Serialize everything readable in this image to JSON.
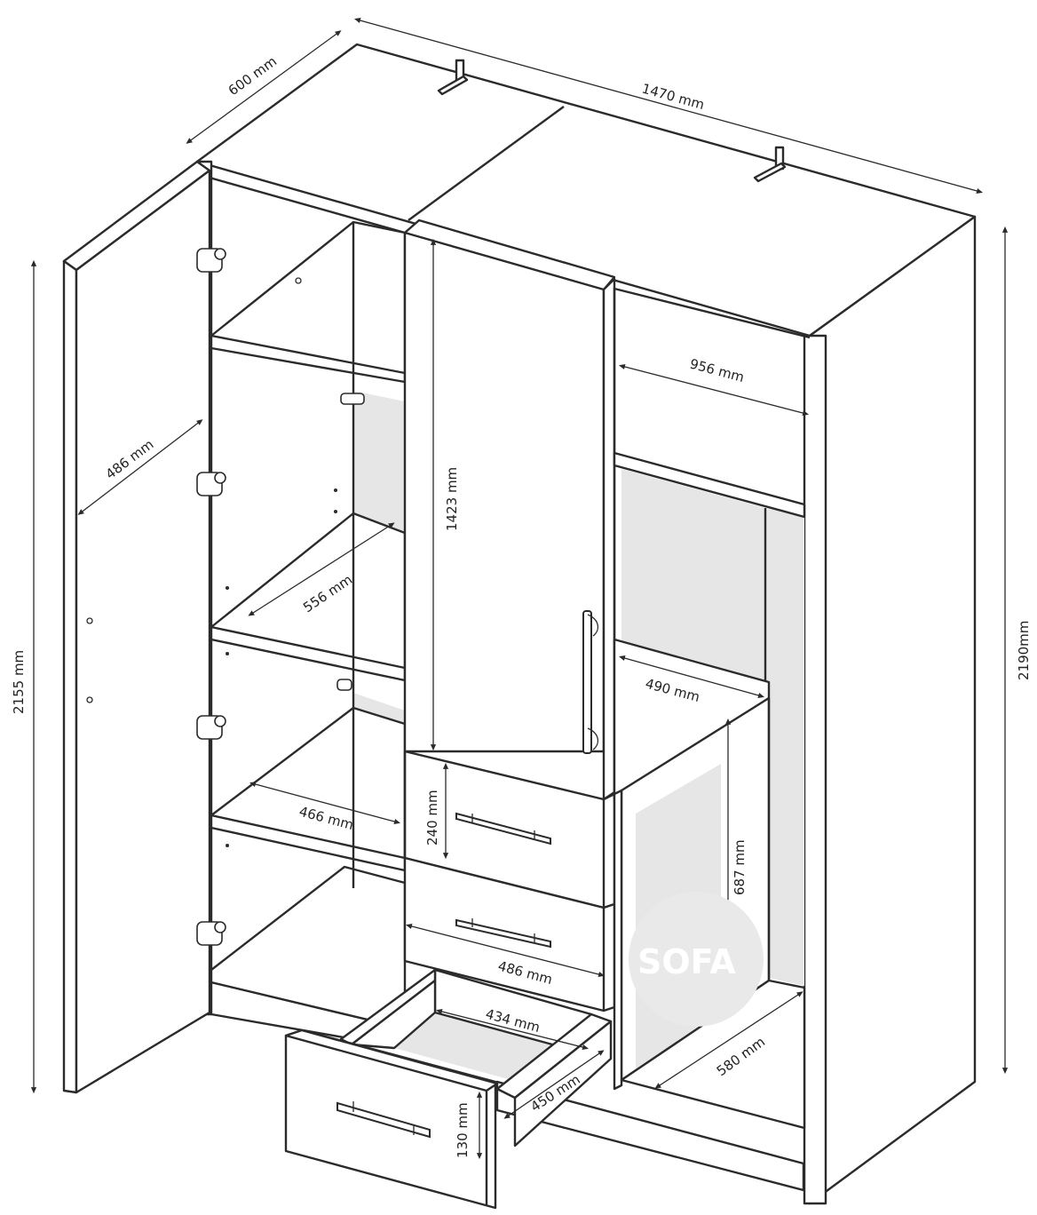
{
  "diagram": {
    "dimensions": {
      "depth": "600 mm",
      "width": "1470 mm",
      "height_right": "2190mm",
      "height_left": "2155 mm",
      "door_width": "486 mm",
      "shelf_depth": "556 mm",
      "lower_shelf_width": "466 mm",
      "center_door_height": "1423 mm",
      "top_compartment_width": "956 mm",
      "right_shelf_depth": "490 mm",
      "right_lower_height": "687 mm",
      "right_base_depth": "580 mm",
      "drawer_front_height": "240 mm",
      "drawer_width": "486 mm",
      "drawer_inner_width": "434 mm",
      "drawer_depth": "450 mm",
      "drawer_height": "130 mm"
    },
    "watermark": "SOFA"
  }
}
